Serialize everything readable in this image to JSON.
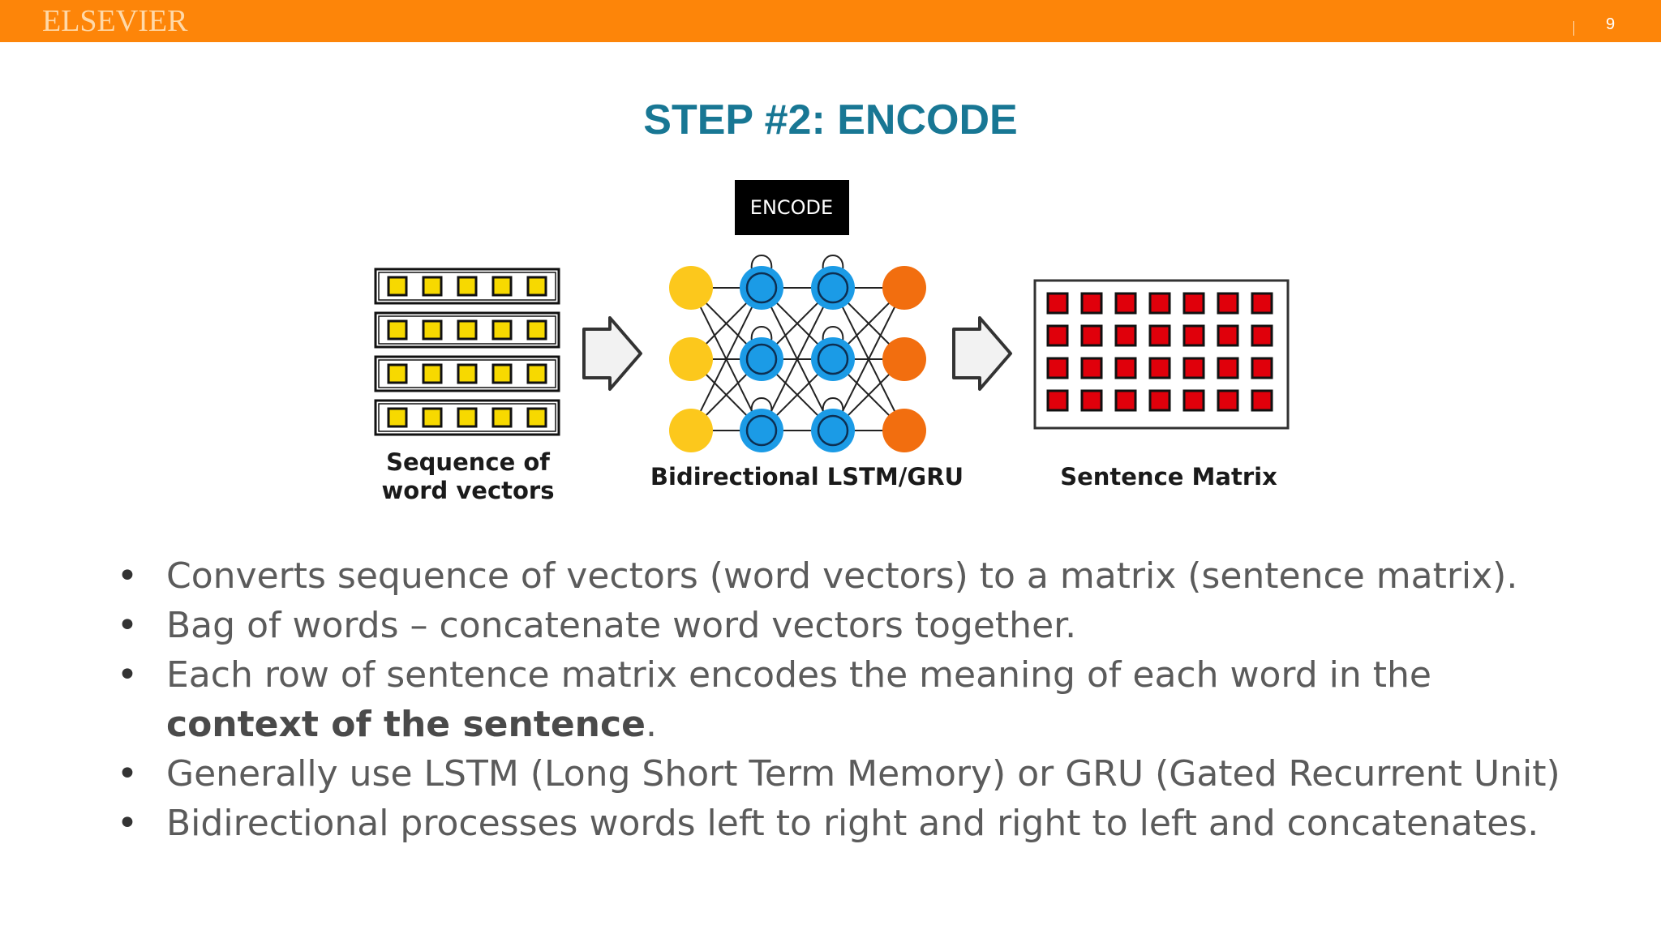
{
  "header": {
    "brand": "ELSEVIER",
    "page_number": "9",
    "brand_color": "#fd8509"
  },
  "slide": {
    "title": "STEP #2: ENCODE"
  },
  "diagram": {
    "encode_box_label": "ENCODE",
    "stages": [
      {
        "label_lines": [
          "Sequence of",
          "word vectors"
        ],
        "rows": 4,
        "cells_per_row": 5,
        "cell_color": "#f7d900"
      },
      {
        "label_lines": [
          "Bidirectional LSTM/GRU"
        ],
        "input_color": "#fcc81c",
        "hidden_color": "#1b9be6",
        "output_color": "#f26e0f"
      },
      {
        "label_lines": [
          "Sentence Matrix"
        ],
        "rows": 4,
        "cols": 7,
        "cell_color": "#e0000b"
      }
    ]
  },
  "bullets": [
    {
      "text": "Converts sequence of vectors (word vectors) to a matrix (sentence matrix).",
      "bold": ""
    },
    {
      "text": "Bag of words – concatenate word vectors together.",
      "bold": ""
    },
    {
      "text": "Each row of sentence matrix encodes the meaning of each word in the ",
      "bold": "context of the sentence",
      "after": "."
    },
    {
      "text": "Generally use LSTM (Long Short Term Memory) or GRU (Gated Recurrent Unit)",
      "bold": ""
    },
    {
      "text": "Bidirectional processes words left to right and right to left and concatenates.",
      "bold": ""
    }
  ],
  "bullet_glyph": "•"
}
